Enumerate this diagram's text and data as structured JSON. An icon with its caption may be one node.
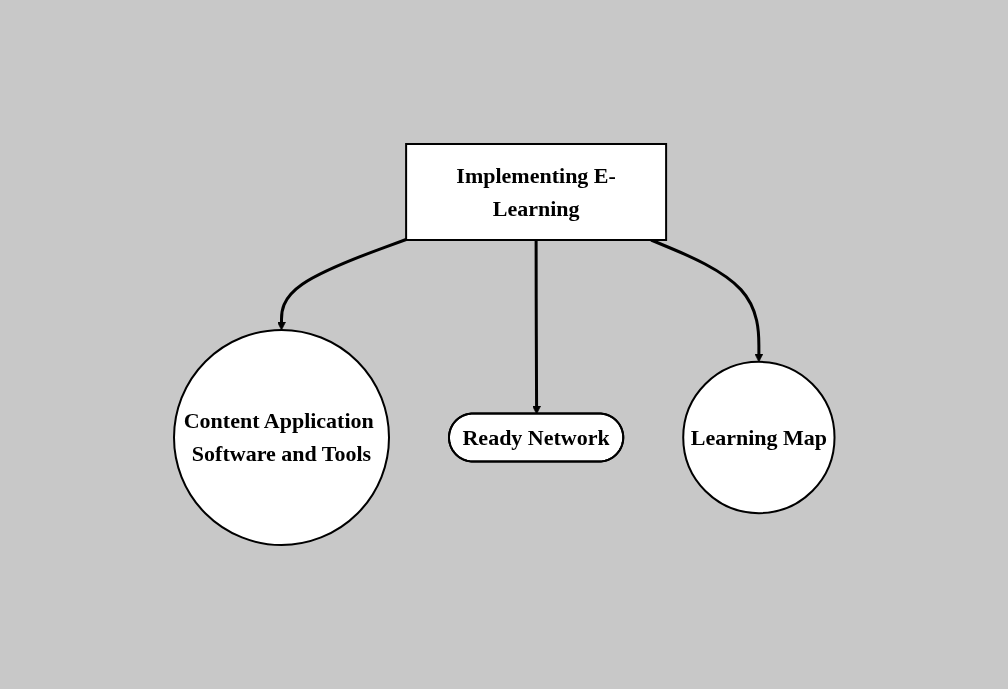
{
  "diagram": {
    "nodes": [
      {
        "text": [
          "Implementing E-Learning"
        ]
      },
      {
        "text": [
          "Content Application Software and Tools"
        ]
      },
      {
        "text": [
          "Ready Network"
        ]
      },
      {
        "text": [
          "Learning Map"
        ]
      }
    ],
    "edges": [
      {
        "from": 0,
        "to": 1,
        "arrow": "to"
      },
      {
        "from": 0,
        "to": 2,
        "arrow": "to"
      },
      {
        "from": 0,
        "to": 3,
        "arrow": "to"
      }
    ]
  }
}
